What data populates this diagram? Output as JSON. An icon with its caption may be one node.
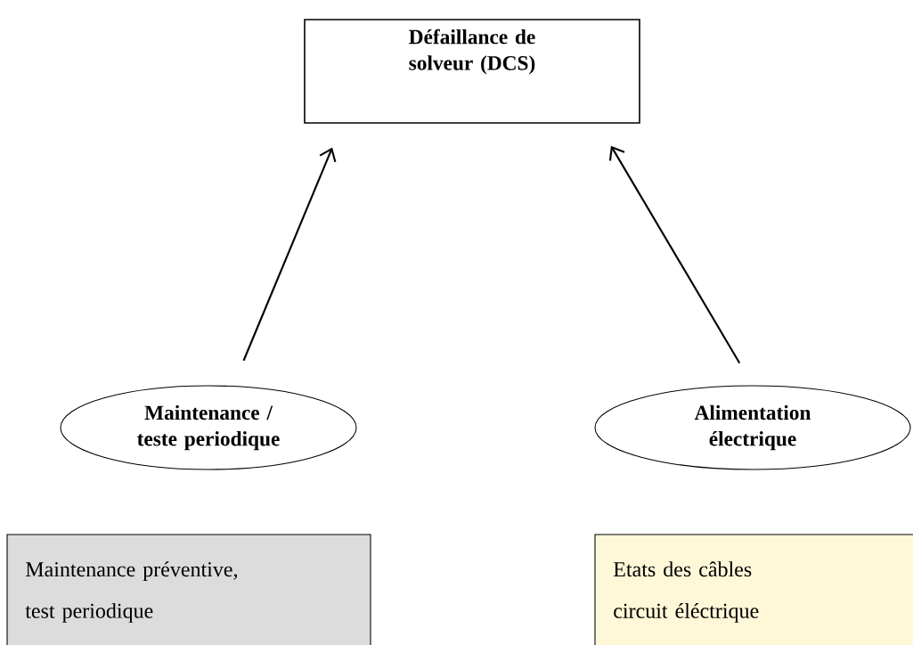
{
  "diagram": {
    "nodes": [
      {
        "text": [
          "Défaillance de solveur (DCS)"
        ]
      },
      {
        "text": [
          "Maintenance / teste periodique"
        ]
      },
      {
        "text": [
          "Alimentation électrique"
        ]
      },
      {
        "text": [
          "Maintenance préventive, test periodique"
        ]
      },
      {
        "text": [
          "Etats des câbles circuit éléctrique"
        ]
      }
    ],
    "edges": [
      {
        "from": 1,
        "to": 0,
        "arrow": "to"
      },
      {
        "from": 2,
        "to": 0,
        "arrow": "to"
      }
    ]
  }
}
